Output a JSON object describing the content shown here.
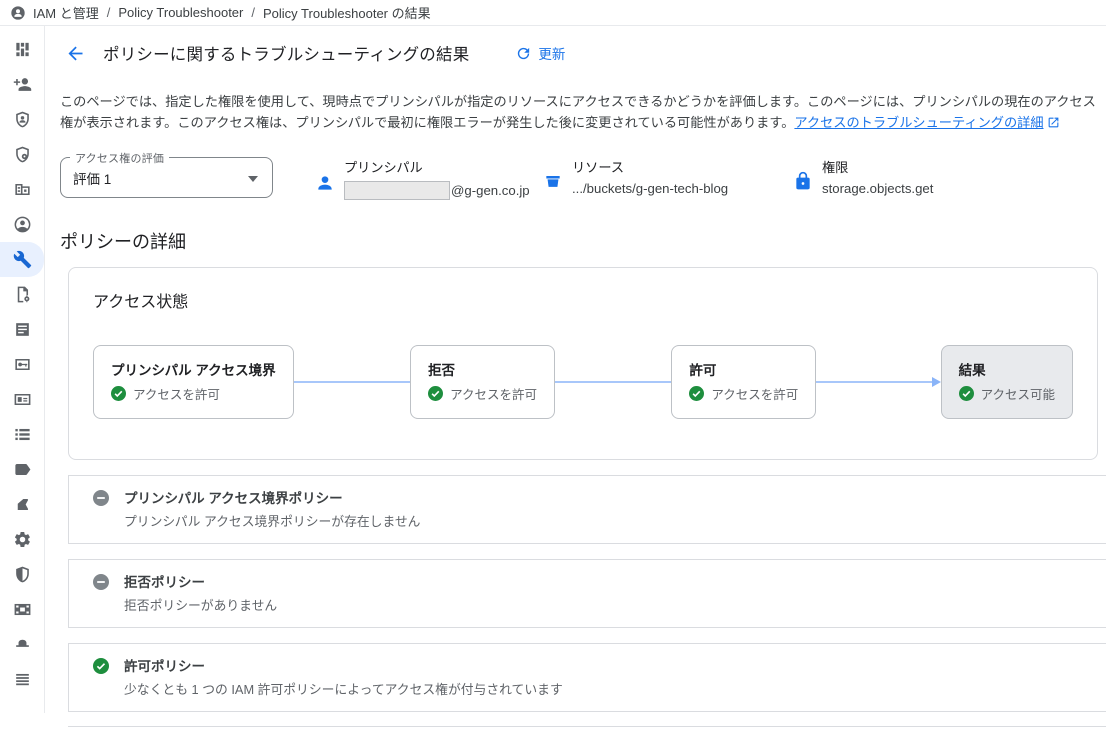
{
  "breadcrumb": {
    "separator": "/",
    "items": [
      "IAM と管理",
      "Policy Troubleshooter",
      "Policy Troubleshooter の結果"
    ]
  },
  "header": {
    "title": "ポリシーに関するトラブルシューティングの結果",
    "refresh_label": "更新"
  },
  "description": {
    "text": "このページでは、指定した権限を使用して、現時点でプリンシパルが指定のリソースにアクセスできるかどうかを評価します。このページには、プリンシパルの現在のアクセス権が表示されます。このアクセス権は、プリンシパルで最初に権限エラーが発生した後に変更されている可能性があります。",
    "link_text": "アクセスのトラブルシューティングの詳細"
  },
  "evaluation_select": {
    "label": "アクセス権の評価",
    "value": "評価 1"
  },
  "summary": {
    "principal": {
      "label": "プリンシパル",
      "value_suffix": "@g-gen.co.jp",
      "value_redacted": true
    },
    "resource": {
      "label": "リソース",
      "value": ".../buckets/g-gen-tech-blog"
    },
    "permission": {
      "label": "権限",
      "value": "storage.objects.get"
    }
  },
  "policy_details": {
    "section_title": "ポリシーの詳細",
    "access_state": {
      "title": "アクセス状態",
      "nodes": [
        {
          "title": "プリンシパル アクセス境界",
          "status": "アクセスを許可",
          "status_type": "allow"
        },
        {
          "title": "拒否",
          "status": "アクセスを許可",
          "status_type": "allow"
        },
        {
          "title": "許可",
          "status": "アクセスを許可",
          "status_type": "allow"
        },
        {
          "title": "結果",
          "status": "アクセス可能",
          "status_type": "result"
        }
      ]
    },
    "policies": [
      {
        "icon": "minus-circle",
        "title": "プリンシパル アクセス境界ポリシー",
        "subtitle": "プリンシパル アクセス境界ポリシーが存在しません"
      },
      {
        "icon": "minus-circle",
        "title": "拒否ポリシー",
        "subtitle": "拒否ポリシーがありません"
      },
      {
        "icon": "check-circle",
        "title": "許可ポリシー",
        "subtitle": "少なくとも 1 つの IAM 許可ポリシーによってアクセス権が付与されています"
      }
    ]
  },
  "sidebar": {
    "items": [
      "iam-icon",
      "add-member-icon",
      "shield-person-icon",
      "shield-lock-icon",
      "organization-icon",
      "service-account-icon",
      "wrench-icon",
      "doc-gear-icon",
      "doc-icon",
      "key-icon",
      "badge-card-icon",
      "list-icon",
      "label-tag-icon",
      "bookmark-icon",
      "settings-gear-icon",
      "privacy-shield-icon",
      "roles-icon",
      "incognito-hat-icon",
      "audit-lines-icon"
    ],
    "active_item": "wrench-icon"
  },
  "colors": {
    "accent_blue": "#1a73e8",
    "link_blue": "#1a73e8",
    "success_green": "#1e8e3e",
    "neutral_gray": "#80868b",
    "border": "#dadce0",
    "connector_blue": "#a8c7fa",
    "result_bg": "#e8eaed",
    "active_nav_bg": "#e8f0fe"
  }
}
